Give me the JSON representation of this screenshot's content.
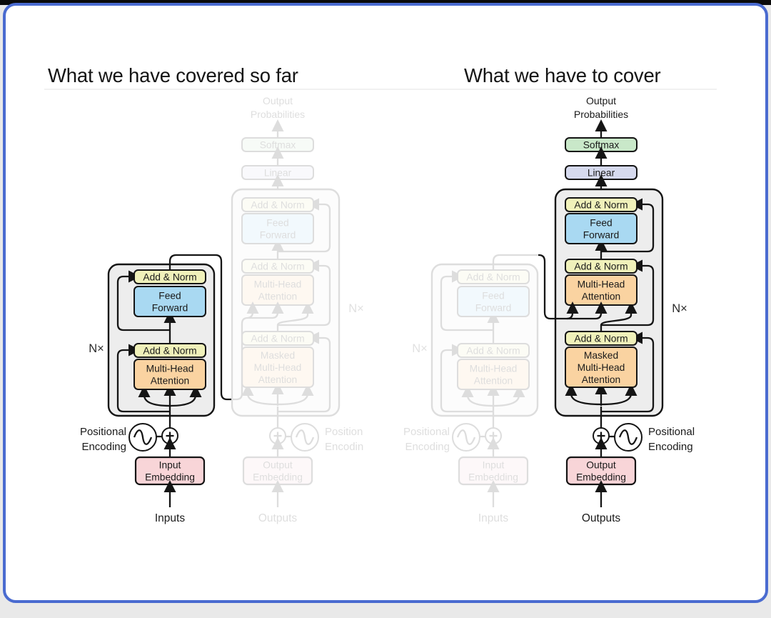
{
  "titles": {
    "left": "What we have covered so far",
    "right": "What we have to cover"
  },
  "labels": {
    "output_probabilities": [
      "Output",
      "Probabilities"
    ],
    "softmax": "Softmax",
    "linear": "Linear",
    "add_norm": "Add & Norm",
    "feed_forward": [
      "Feed",
      "Forward"
    ],
    "multi_head_attention": [
      "Multi-Head",
      "Attention"
    ],
    "masked_multi_head_attention": [
      "Masked",
      "Multi-Head",
      "Attention"
    ],
    "input_embedding": [
      "Input",
      "Embedding"
    ],
    "output_embedding": [
      "Output",
      "Embedding"
    ],
    "inputs": "Inputs",
    "outputs": "Outputs",
    "n_times": "N×",
    "positional_encoding": [
      "Positional",
      "Encoding"
    ],
    "positional_encoding_clipped": [
      "Position",
      "Encodin"
    ]
  },
  "colors": {
    "card_border": "#4a6bd0",
    "softmax_fill": "#c9e8c9",
    "linear_fill": "#d6daee",
    "add_norm_fill": "#f0f1ba",
    "feed_forward_fill": "#a9d9f2",
    "attention_fill": "#fad3a1",
    "embedding_fill": "#f8d5d8",
    "block_container_fill": "#ededed",
    "line_color": "#151515",
    "text_color": "#1a1a1a"
  },
  "faded_opacity": 0.14
}
